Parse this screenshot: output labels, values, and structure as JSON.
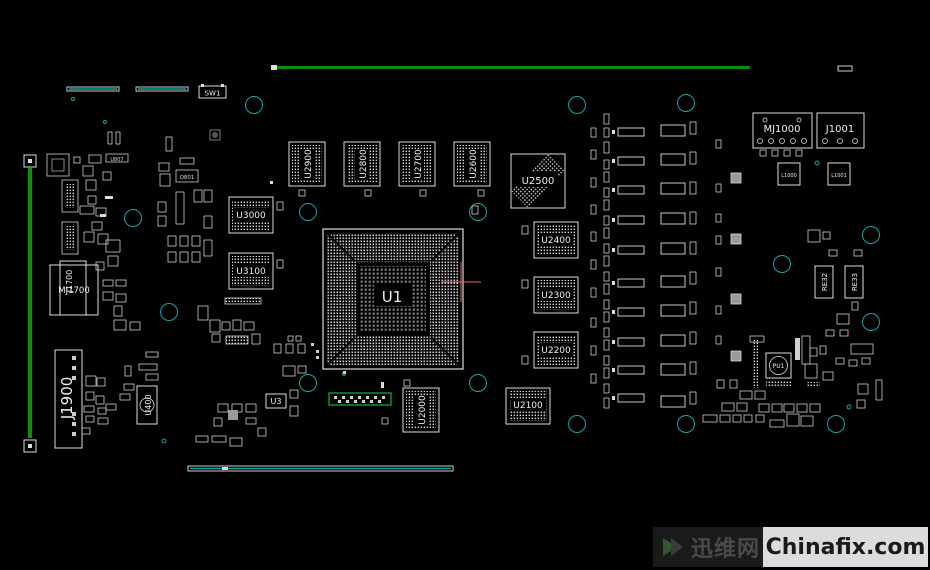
{
  "colors": {
    "background": "#000000",
    "outline": "#d8d8d8",
    "pad": "#f0f0f0",
    "via_ring": "#12a6a6",
    "green_trace": "#0b8f0b",
    "crosshair": "#e06a6a",
    "gold_connector": "#0f8f2a"
  },
  "labels": {
    "u1": "U1",
    "u2500": "U2500",
    "u2400": "U2400",
    "u2300": "U2300",
    "u2200": "U2200",
    "u2100": "U2100",
    "u2000": "U2000",
    "u2900": "U2900",
    "u2800": "U2800",
    "u2700": "U2700",
    "u2600": "U2600",
    "u3000": "U3000",
    "u3100": "U3100",
    "u3": "U3",
    "u400": "U400",
    "mj1000": "MJ1000",
    "j1001": "J1001",
    "mj1700": "MJ1700",
    "j1700": "J1700",
    "j1900": "J1900",
    "sw1": "SW1",
    "pu1": "PU1",
    "re32": "RE32",
    "re33": "RE33",
    "l1000": "L1000",
    "l1001": "L1001"
  },
  "watermark": {
    "left_text": "迅维网",
    "right_text": "Chinafix.com"
  }
}
